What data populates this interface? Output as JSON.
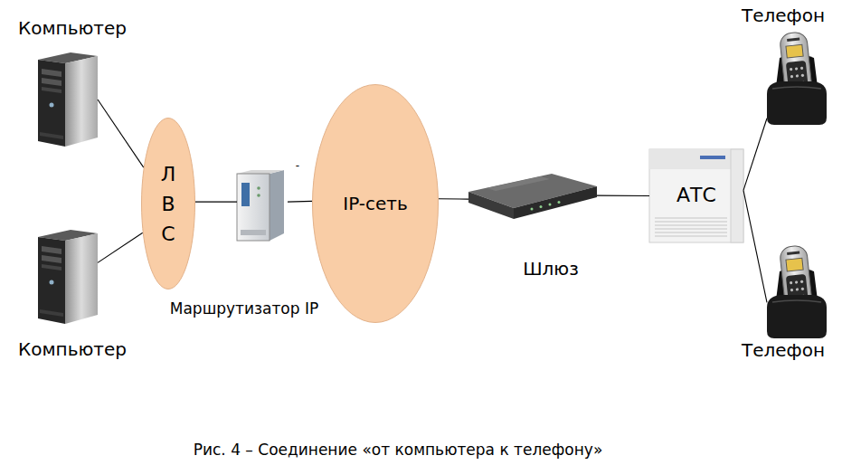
{
  "diagram": {
    "caption": "Рис. 4 – Соединение «от компьютера к телефону»",
    "nodes": [
      {
        "text": [
          "Компьютер"
        ]
      },
      {
        "text": [
          "Компьютер"
        ]
      },
      {
        "text": [
          "Л В С"
        ]
      },
      {
        "text": [
          "Маршрутизатор IP"
        ]
      },
      {
        "text": [
          "IP-сеть"
        ]
      },
      {
        "text": [
          "Шлюз"
        ]
      },
      {
        "text": [
          "АТС"
        ]
      },
      {
        "text": [
          "Телефон"
        ]
      },
      {
        "text": [
          "Телефон"
        ]
      }
    ],
    "edges": [
      {
        "from": 0,
        "to": 2,
        "arrow": "none"
      },
      {
        "from": 1,
        "to": 2,
        "arrow": "none"
      },
      {
        "from": 2,
        "to": 3,
        "arrow": "none"
      },
      {
        "from": 3,
        "to": 4,
        "arrow": "none"
      },
      {
        "from": 4,
        "to": 5,
        "arrow": "none"
      },
      {
        "from": 5,
        "to": 6,
        "arrow": "none"
      },
      {
        "from": 6,
        "to": 7,
        "arrow": "none"
      },
      {
        "from": 6,
        "to": 8,
        "arrow": "none"
      }
    ],
    "labels": [
      "-"
    ]
  }
}
